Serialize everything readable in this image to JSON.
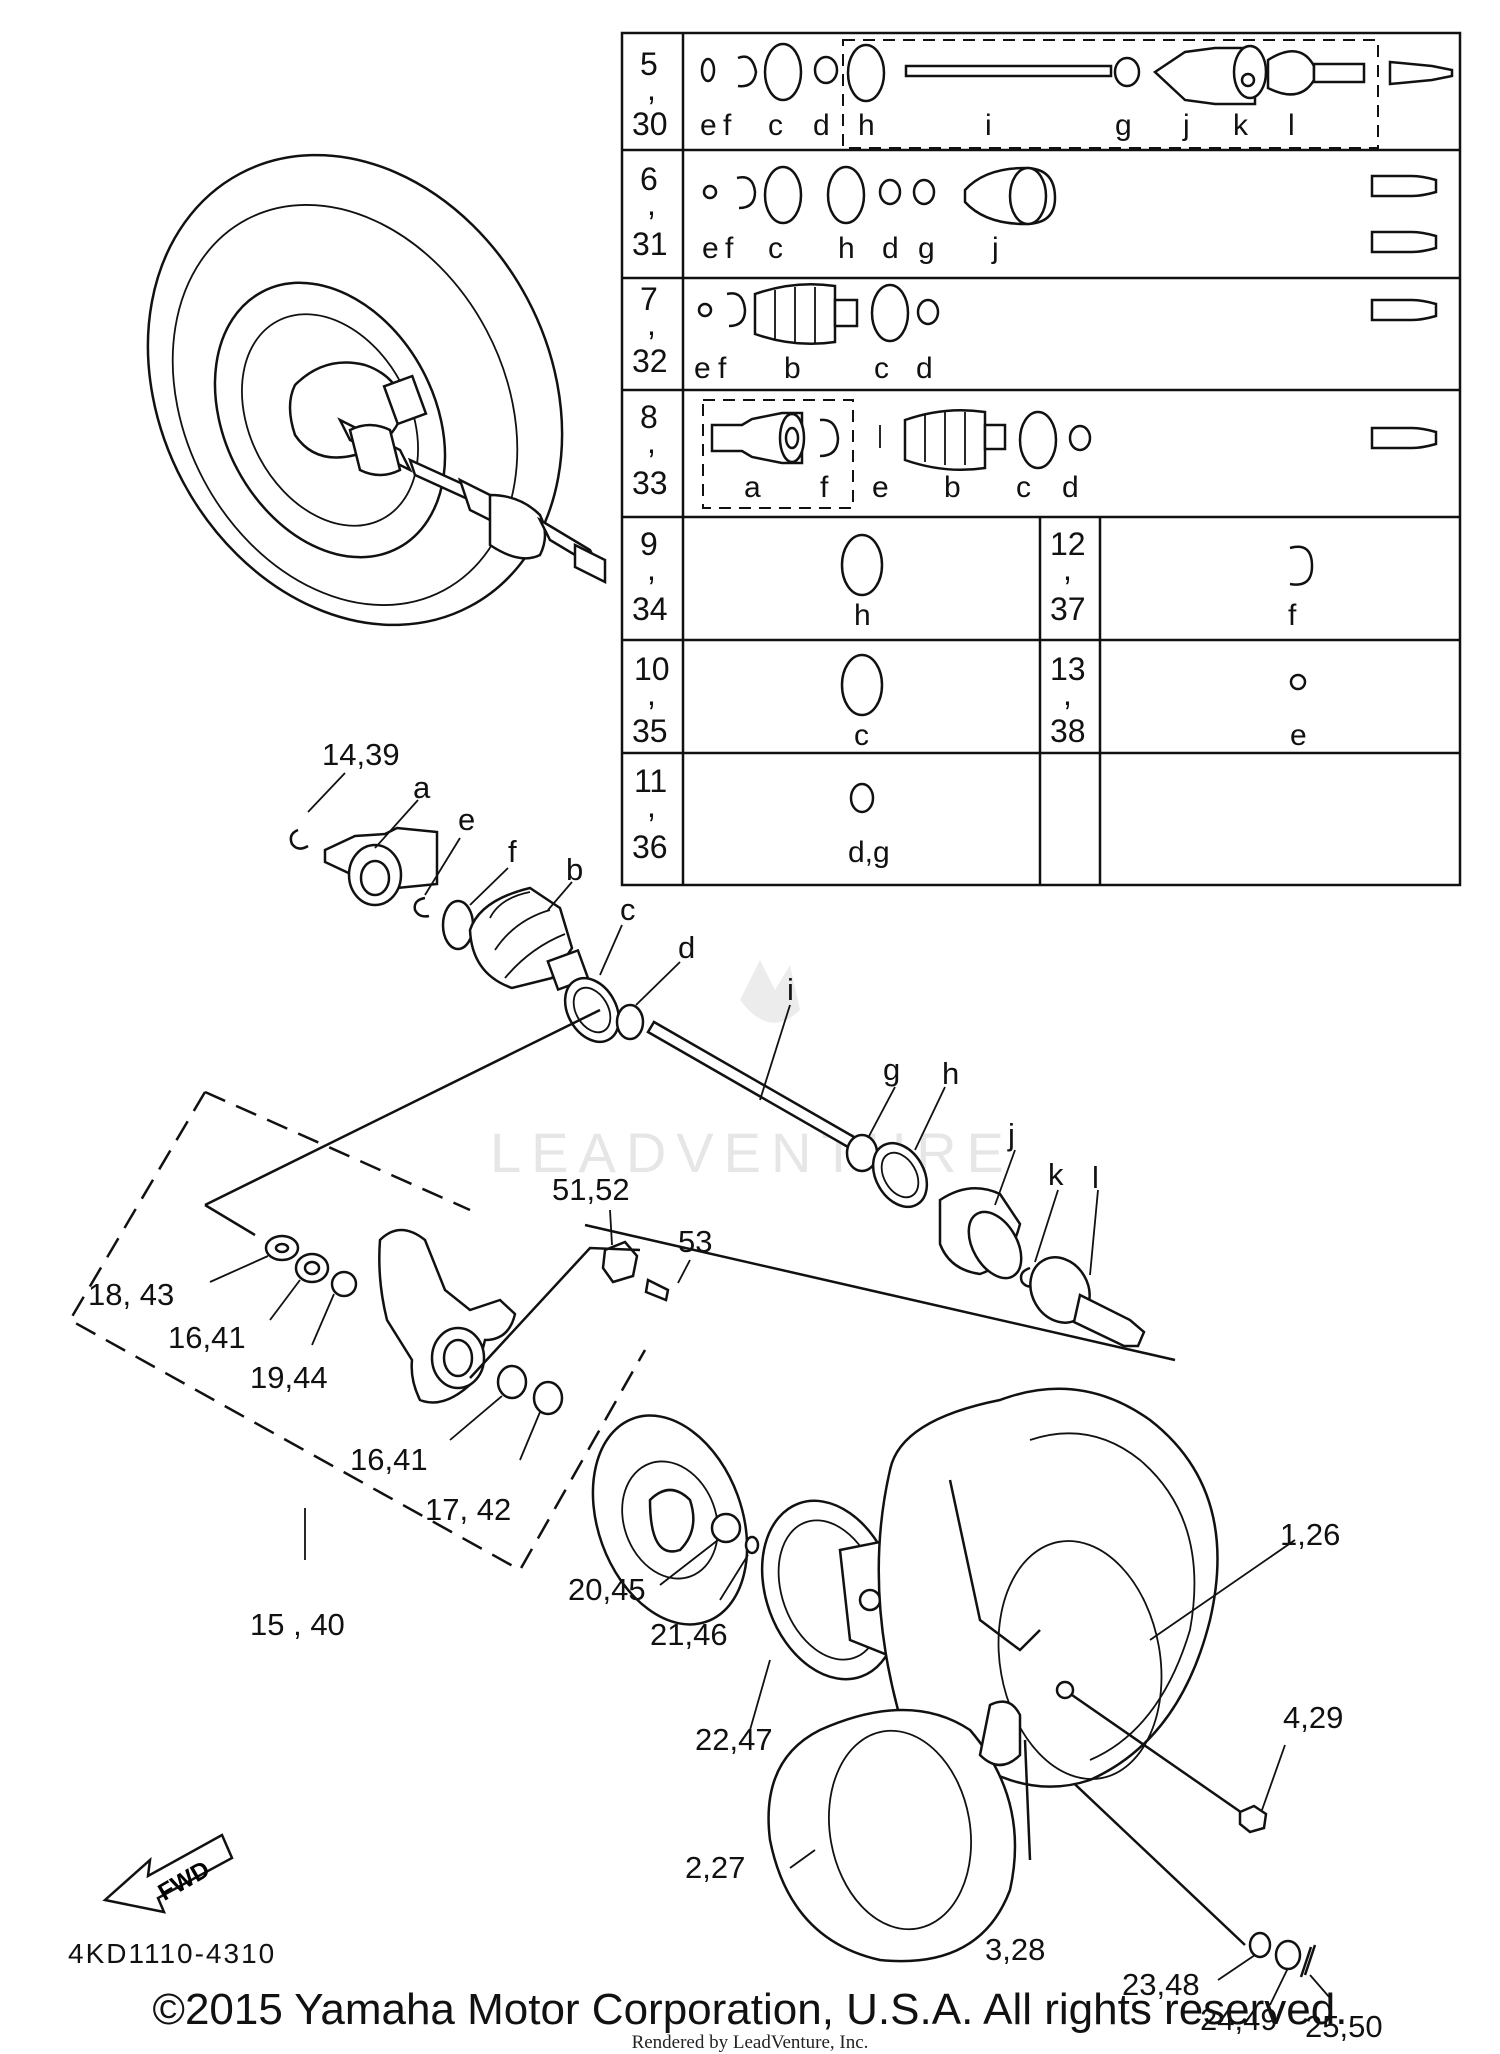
{
  "watermark": "LEADVENTURE",
  "diagram_code": "4KD1110-4310",
  "copyright": "©2015 Yamaha Motor Corporation, U.S.A. All rights reserved.",
  "rendered_by": "Rendered by LeadVenture, Inc.",
  "fwd_label": "FWD",
  "kit_table": {
    "rows": [
      {
        "ref": [
          "5",
          "30"
        ],
        "parts": [
          "e",
          "f",
          "c",
          "d",
          "h",
          "i",
          "g",
          "j",
          "k",
          "l"
        ]
      },
      {
        "ref": [
          "6",
          "31"
        ],
        "parts": [
          "e",
          "f",
          "c",
          "h",
          "d",
          "g",
          "j"
        ]
      },
      {
        "ref": [
          "7",
          "32"
        ],
        "parts": [
          "e",
          "f",
          "b",
          "c",
          "d"
        ]
      },
      {
        "ref": [
          "8",
          "33"
        ],
        "parts": [
          "a",
          "f",
          "e",
          "b",
          "c",
          "d"
        ]
      },
      {
        "ref": [
          "9",
          "34"
        ],
        "parts": [
          "h"
        ],
        "ref2": [
          "12",
          "37"
        ],
        "parts2": [
          "f"
        ]
      },
      {
        "ref": [
          "10",
          "35"
        ],
        "parts": [
          "c"
        ],
        "ref2": [
          "13",
          "38"
        ],
        "parts2": [
          "e"
        ]
      },
      {
        "ref": [
          "11",
          "36"
        ],
        "parts": [
          "d,g"
        ]
      }
    ]
  },
  "callouts": {
    "c14_39": "14,39",
    "a": "a",
    "e": "e",
    "f": "f",
    "b": "b",
    "c": "c",
    "d": "d",
    "i": "i",
    "g": "g",
    "h": "h",
    "j": "j",
    "k": "k",
    "l": "l",
    "c51_52": "51,52",
    "c53": "53",
    "c18_43": "18, 43",
    "c16_41a": "16,41",
    "c19_44": "19,44",
    "c16_41b": "16,41",
    "c17_42": "17, 42",
    "c15_40": "15 , 40",
    "c20_45": "20,45",
    "c21_46": "21,46",
    "c22_47": "22,47",
    "c1_26": "1,26",
    "c4_29": "4,29",
    "c2_27": "2,27",
    "c23_48": "23,48",
    "c24_49": "24,49",
    "c3_28": "3,28",
    "c25_50": "25,50"
  }
}
